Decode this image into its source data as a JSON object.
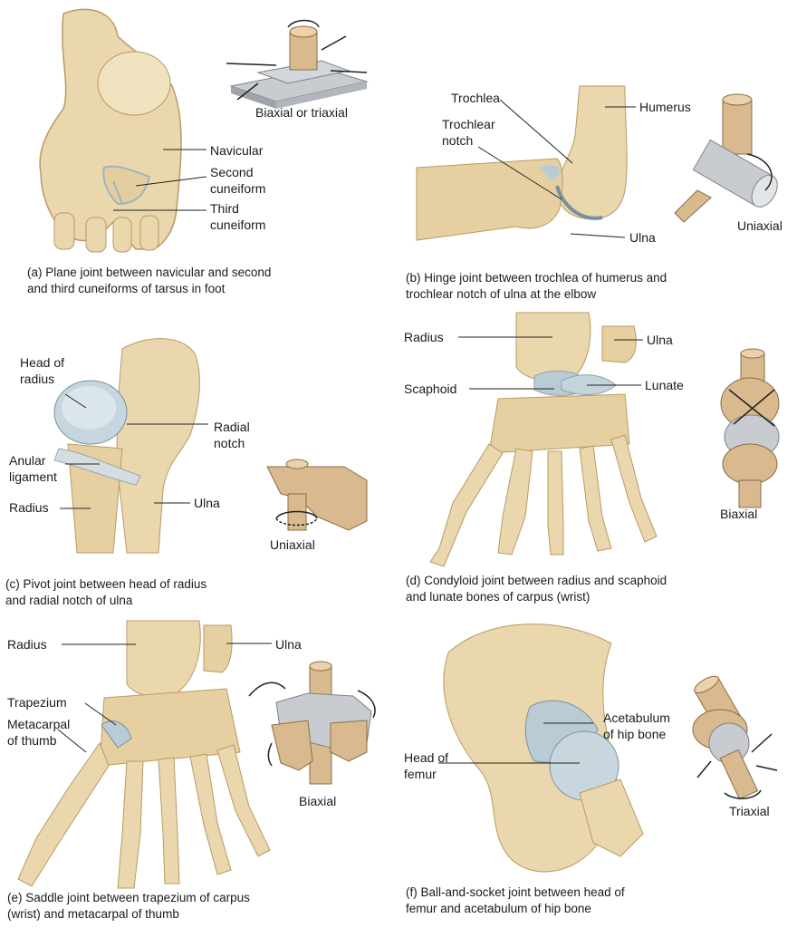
{
  "panels": [
    {
      "id": "a",
      "labels": [
        "Navicular",
        "Second\ncuneiform",
        "Third\ncuneiform"
      ],
      "motion": "Biaxial or triaxial",
      "caption": "(a) Plane joint between navicular and second\n     and third cuneiforms of tarsus in foot"
    },
    {
      "id": "b",
      "labels": [
        "Trochlea",
        "Trochlear\nnotch",
        "Humerus",
        "Ulna"
      ],
      "motion": "Uniaxial",
      "caption": "(b) Hinge joint between trochlea of humerus and\n     trochlear notch of ulna at the elbow"
    },
    {
      "id": "c",
      "labels": [
        "Head of\nradius",
        "Radial\nnotch",
        "Anular\nligament",
        "Radius",
        "Ulna"
      ],
      "motion": "Uniaxial",
      "caption": "(c) Pivot joint between head of radius\n     and radial notch of ulna"
    },
    {
      "id": "d",
      "labels": [
        "Radius",
        "Ulna",
        "Scaphoid",
        "Lunate"
      ],
      "motion": "Biaxial",
      "caption": "(d) Condyloid joint between radius and scaphoid\n     and lunate bones of carpus (wrist)"
    },
    {
      "id": "e",
      "labels": [
        "Radius",
        "Ulna",
        "Trapezium",
        "Metacarpal\nof thumb"
      ],
      "motion": "Biaxial",
      "caption": "(e) Saddle joint between trapezium of carpus\n     (wrist) and metacarpal of thumb"
    },
    {
      "id": "f",
      "labels": [
        "Acetabulum\nof hip bone",
        "Head of\nfemur"
      ],
      "motion": "Triaxial",
      "caption": "(f) Ball-and-socket joint between head of\n     femur and acetabulum of hip bone"
    }
  ],
  "colors": {
    "bone": "#ead7ad",
    "bone_shade": "#cdb07a",
    "cartilage": "#b9ccd6",
    "model_wood": "#d9b98e",
    "model_grey": "#c8ccd0"
  }
}
